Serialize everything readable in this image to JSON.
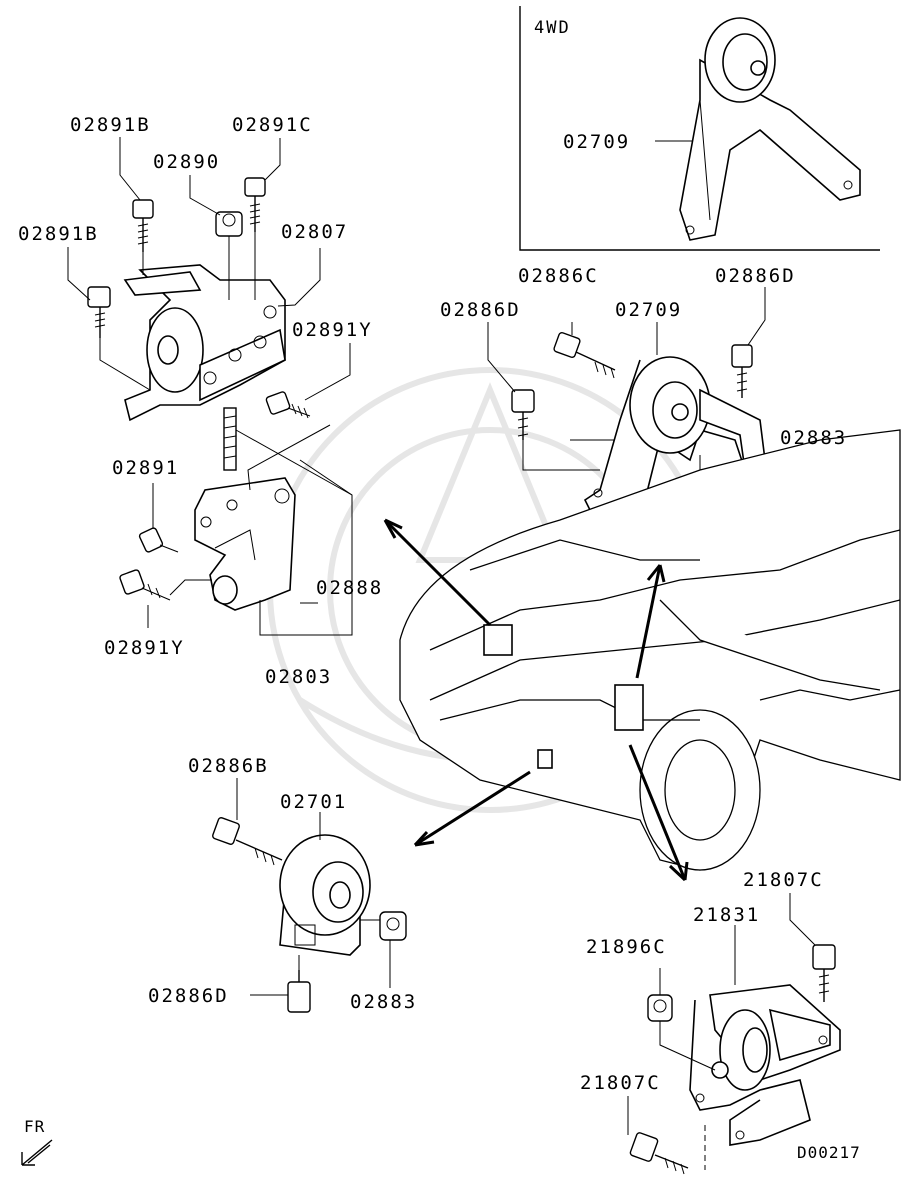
{
  "variant_label": "4WD",
  "diagram_id": "D00217",
  "direction_label": "FR",
  "parts": {
    "p4wd_02709": "02709",
    "p02891B_top": "02891B",
    "p02891C": "02891C",
    "p02890": "02890",
    "p02891B_left": "02891B",
    "p02807": "02807",
    "p02891Y_right": "02891Y",
    "p02891": "02891",
    "p02891Y_left": "02891Y",
    "p02888": "02888",
    "p02803": "02803",
    "p02886C": "02886C",
    "p02886D_right": "02886D",
    "p02886D_mid": "02886D",
    "p02709": "02709",
    "p02883_right": "02883",
    "p02886B": "02886B",
    "p02701": "02701",
    "p02886D_bottom": "02886D",
    "p02883_bottom": "02883",
    "p21807C_top": "21807C",
    "p21831": "21831",
    "p21896C": "21896C",
    "p21807C_bottom": "21807C"
  }
}
